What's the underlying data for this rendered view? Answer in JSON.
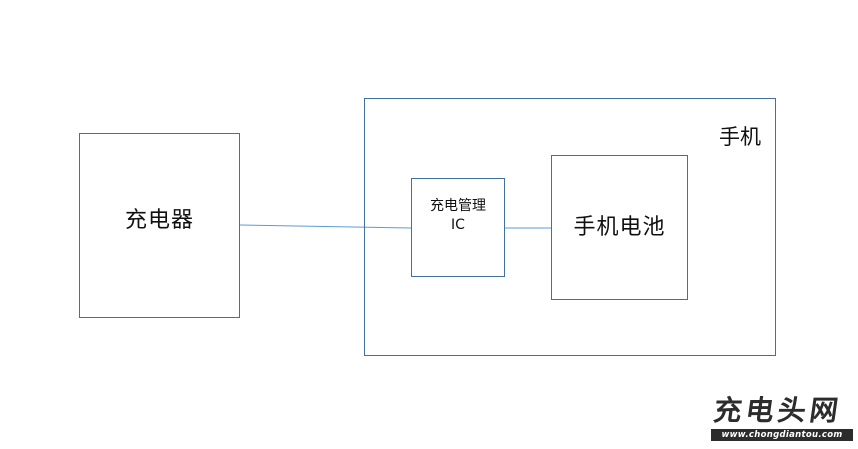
{
  "diagram": {
    "charger_label": "充电器",
    "phone_label": "手机",
    "ic_label_line1": "充电管理",
    "ic_label_line2": "IC",
    "battery_label": "手机电池"
  },
  "watermark": {
    "logo_text": "充电头网",
    "url": "www.chongdiantou.com"
  },
  "colors": {
    "box_border": "#41719c",
    "connector": "#5b9bd5"
  }
}
